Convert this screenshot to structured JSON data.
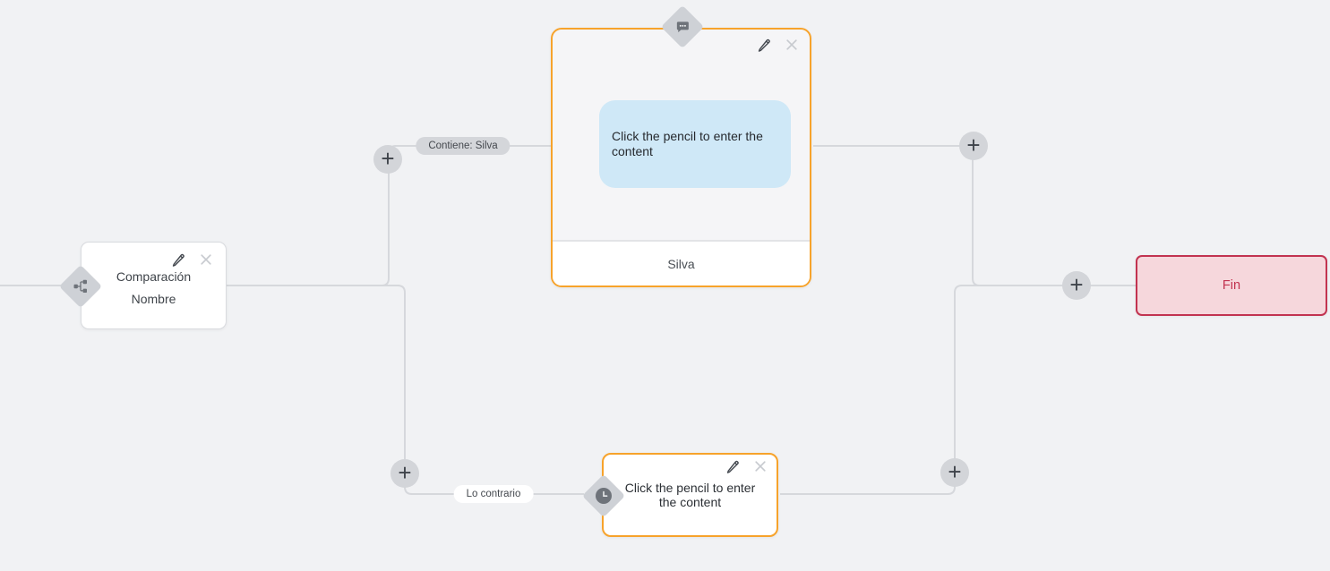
{
  "ui": {
    "add_symbol": "+"
  },
  "colors": {
    "page_bg": "#f1f2f4",
    "edge": "#d6d8dc",
    "accent_orange": "#f7a32b",
    "bubble_blue": "#cfe8f7",
    "end_bg": "#f6d7dc",
    "end_border": "#c23350",
    "end_text": "#c23350",
    "pill_gray": "#d4d6da",
    "diamond_gray": "#ced1d6",
    "icon_dark": "#6e737a"
  },
  "condition_node": {
    "title_line1": "Comparación",
    "title_line2": "Nombre",
    "icon": "sitemap-icon"
  },
  "message_node": {
    "bubble_text": "Click the pencil to enter the content",
    "footer_label": "Silva",
    "icon": "chat-bubble-icon"
  },
  "delay_node": {
    "text": "Click the pencil to enter the content",
    "icon": "clock-icon"
  },
  "end_node": {
    "label": "Fin"
  },
  "edge_labels": {
    "top_branch": "Contiene: Silva",
    "bottom_branch": "Lo contrario"
  }
}
